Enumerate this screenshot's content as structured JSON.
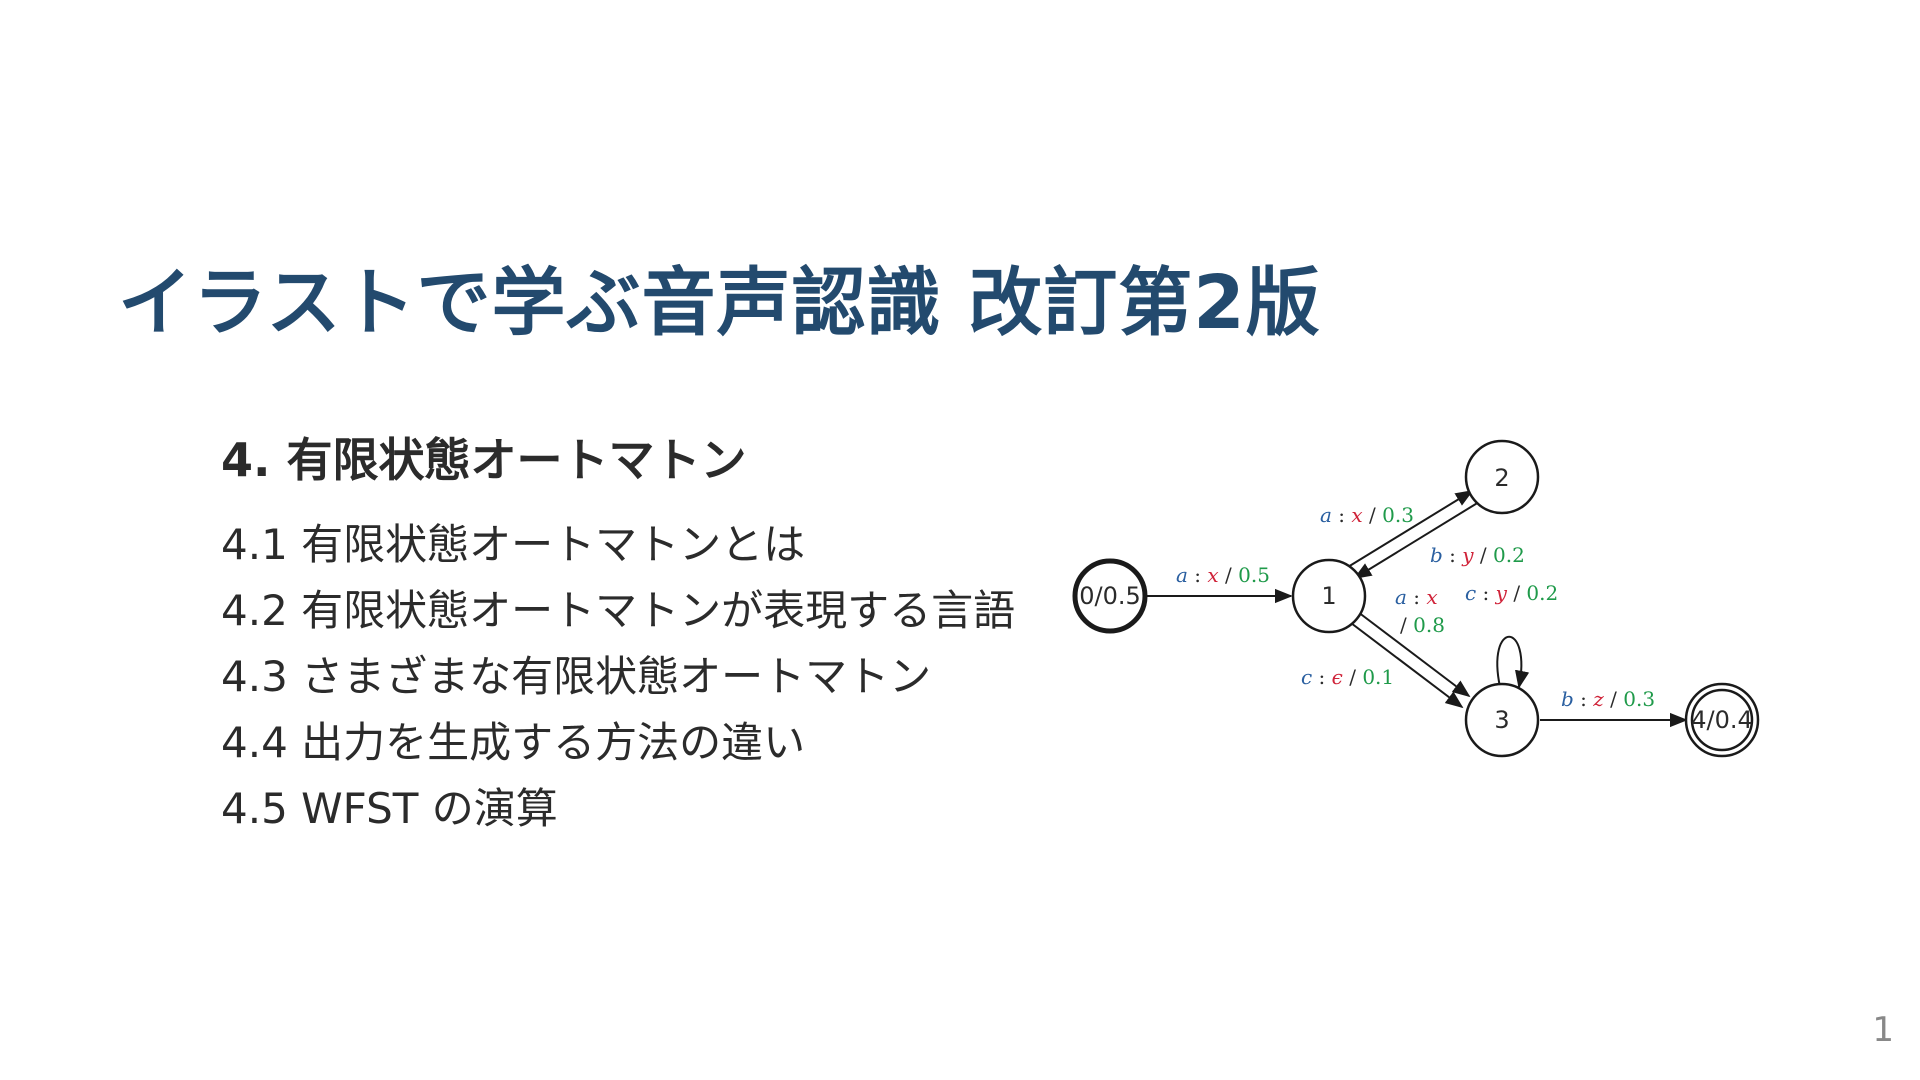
{
  "title": "イラストで学ぶ音声認識 改訂第2版",
  "chapter": "4. 有限状態オートマトン",
  "sections": [
    "4.1 有限状態オートマトンとは",
    "4.2 有限状態オートマトンが表現する言語",
    "4.3 さまざまな有限状態オートマトン",
    "4.4 出力を生成する方法の違い",
    "4.5 WFST の演算"
  ],
  "diagram": {
    "states": [
      {
        "id": "s0",
        "label": "0/0.5",
        "initial": true,
        "final": false
      },
      {
        "id": "s1",
        "label": "1",
        "initial": false,
        "final": false
      },
      {
        "id": "s2",
        "label": "2",
        "initial": false,
        "final": false
      },
      {
        "id": "s3",
        "label": "3",
        "initial": false,
        "final": false
      },
      {
        "id": "s4",
        "label": "4/0.4",
        "initial": false,
        "final": true
      }
    ],
    "arcs": [
      {
        "from": "s0",
        "to": "s1",
        "input": "a",
        "output": "x",
        "weight": "0.5"
      },
      {
        "from": "s1",
        "to": "s2",
        "input": "a",
        "output": "x",
        "weight": "0.3"
      },
      {
        "from": "s2",
        "to": "s1",
        "input": "b",
        "output": "y",
        "weight": "0.2"
      },
      {
        "from": "s1",
        "to": "s3",
        "input": "a",
        "output": "x",
        "weight": "0.8"
      },
      {
        "from": "s1",
        "to": "s3",
        "input": "c",
        "output": "ϵ",
        "weight": "0.1"
      },
      {
        "from": "s3",
        "to": "s3",
        "input": "c",
        "output": "y",
        "weight": "0.2"
      },
      {
        "from": "s3",
        "to": "s4",
        "input": "b",
        "output": "z",
        "weight": "0.3"
      }
    ],
    "colors": {
      "input": "#2a5fa0",
      "output": "#d0243a",
      "weight": "#1f9a4a"
    }
  },
  "page_number": "1",
  "colors": {
    "title": "#234a6e",
    "text": "#2b2b2b",
    "page_number": "#888888"
  }
}
